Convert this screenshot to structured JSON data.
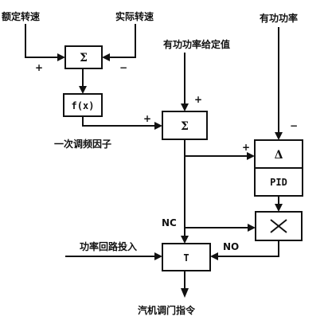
{
  "labels": {
    "rated_speed": "额定转速",
    "actual_speed": "实际转速",
    "power_setpoint": "有功功率给定值",
    "active_power": "有功功率",
    "primary_freq_factor": "一次调频因子",
    "power_loop_enable": "功率回路投入",
    "valve_command": "汽机调门指令",
    "nc": "NC",
    "no": "NO"
  },
  "blocks": {
    "sum1": "Σ",
    "func": "f(x)",
    "sum2": "Σ",
    "delta": "Δ",
    "pid": "PID",
    "multiply": "×",
    "switch": "T"
  },
  "signs": {
    "sum1_left": "+",
    "sum1_right": "−",
    "sum2_top": "+",
    "sum2_left": "+",
    "delta_left": "+",
    "delta_top": "−"
  }
}
